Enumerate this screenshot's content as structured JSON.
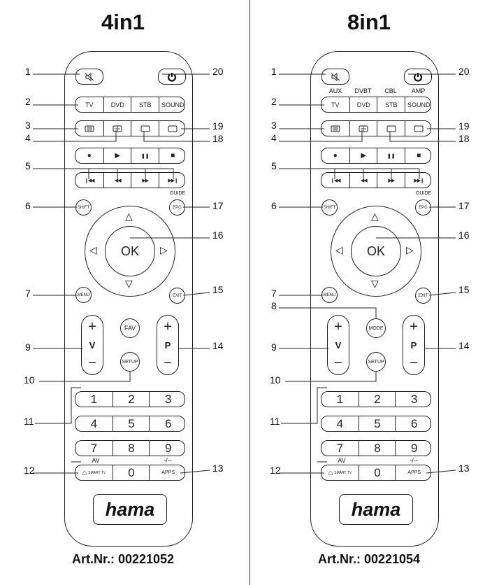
{
  "models": [
    {
      "title": "4in1",
      "art_nr": "Art.Nr.: 00221052",
      "source_labels": [
        "TV",
        "DVD",
        "STB",
        "SOUND"
      ],
      "source_sublabels": [
        "",
        "",
        "",
        ""
      ],
      "has_mode_button": false,
      "fav_label": "FAV",
      "callouts": {
        "left": [
          "1",
          "2",
          "3",
          "4",
          "5",
          "6",
          "7",
          "9",
          "10",
          "11",
          "12"
        ],
        "right": [
          "20",
          "19",
          "18",
          "17",
          "16",
          "15",
          "14",
          "13"
        ],
        "mode": ""
      }
    },
    {
      "title": "8in1",
      "art_nr": "Art.Nr.: 00221054",
      "source_labels": [
        "TV",
        "DVD",
        "STB",
        "SOUND"
      ],
      "source_sublabels": [
        "AUX",
        "DVBT",
        "CBL",
        "AMP"
      ],
      "has_mode_button": true,
      "mode_label": "MODE",
      "callouts": {
        "left": [
          "1",
          "2",
          "3",
          "4",
          "5",
          "6",
          "7",
          "9",
          "10",
          "11",
          "12"
        ],
        "right": [
          "20",
          "19",
          "18",
          "17",
          "16",
          "15",
          "14",
          "13"
        ],
        "mode": "8"
      }
    }
  ],
  "buttons": {
    "guide": "GUIDE",
    "epg": "EPG",
    "shift": "SHIFT",
    "ok": "OK",
    "menu": "MENU",
    "exit": "EXIT",
    "volume": "V",
    "program": "P",
    "plus": "+",
    "minus": "−",
    "setup": "SETUP",
    "digits": [
      "1",
      "2",
      "3",
      "4",
      "5",
      "6",
      "7",
      "8",
      "9"
    ],
    "zero": "0",
    "av": "AV",
    "dash": "-/--",
    "smart_tv": "SMART TV",
    "apps": "APPS",
    "logo": "hama"
  }
}
